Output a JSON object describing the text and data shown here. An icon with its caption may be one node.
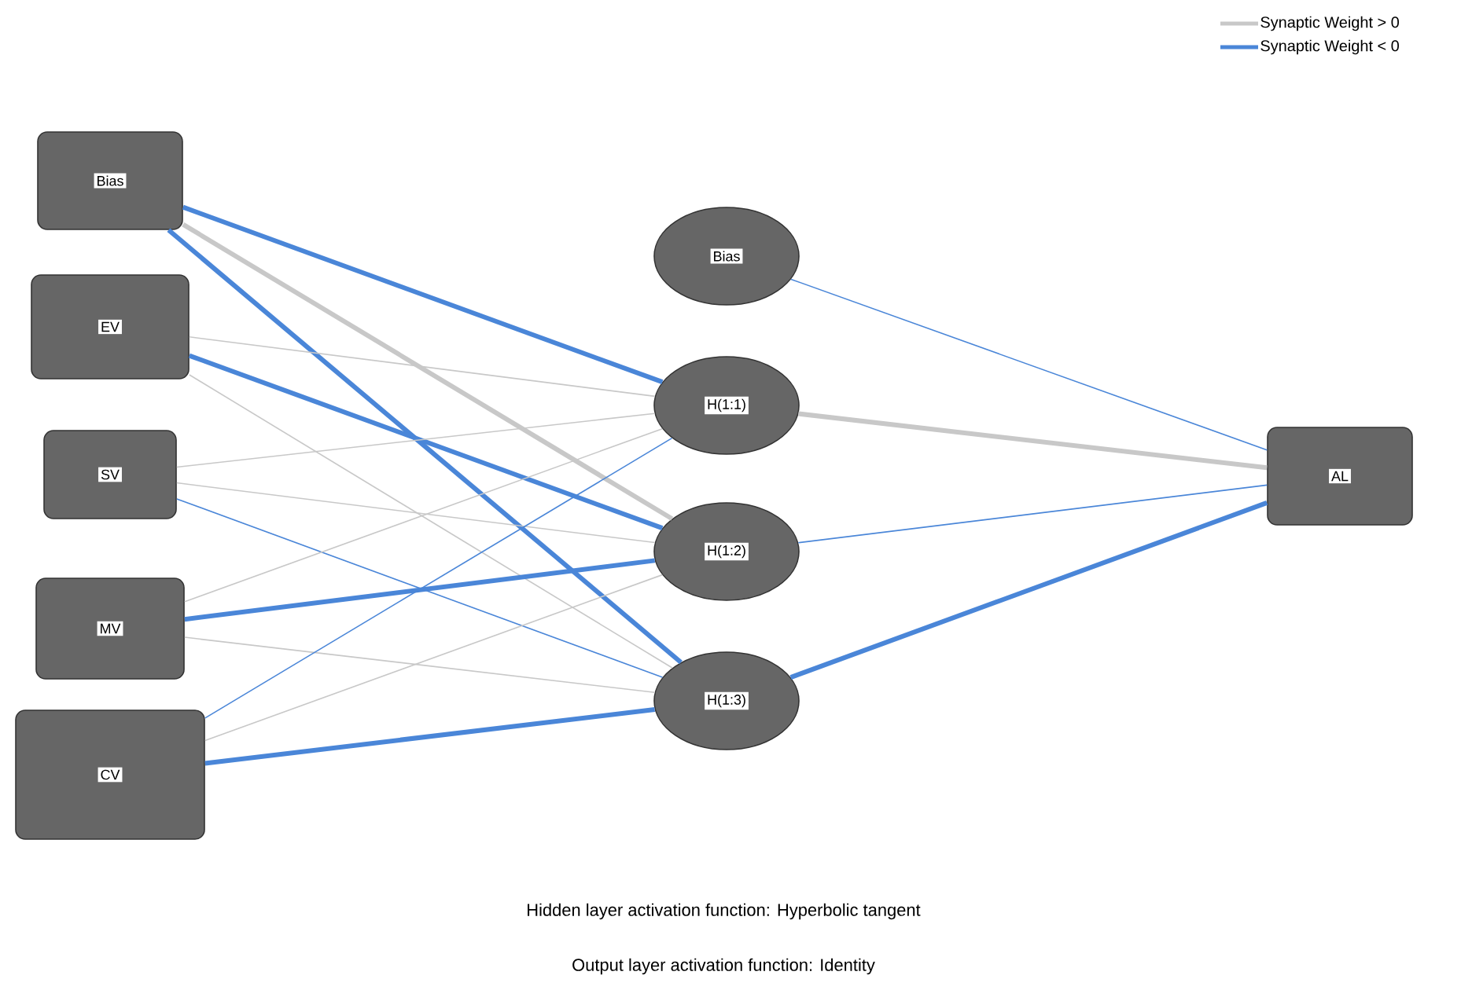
{
  "diagram": {
    "nodes": [
      {
        "text": [
          "Bias"
        ]
      },
      {
        "text": [
          "EV"
        ]
      },
      {
        "text": [
          "SV"
        ]
      },
      {
        "text": [
          "MV"
        ]
      },
      {
        "text": [
          "CV"
        ]
      },
      {
        "text": [
          "Bias"
        ]
      },
      {
        "text": [
          "H(1:1)"
        ]
      },
      {
        "text": [
          "H(1:2)"
        ]
      },
      {
        "text": [
          "H(1:3)"
        ]
      },
      {
        "text": [
          "AL"
        ]
      }
    ],
    "edges": [
      {
        "from": 0,
        "to": 6,
        "arrow": "none",
        "style": "thick"
      },
      {
        "from": 0,
        "to": 7,
        "arrow": "none",
        "style": "thick",
        "color": "#c8c8c8"
      },
      {
        "from": 0,
        "to": 8,
        "arrow": "none",
        "style": "thick"
      },
      {
        "from": 1,
        "to": 6,
        "arrow": "none",
        "color": "#c8c8c8"
      },
      {
        "from": 1,
        "to": 7,
        "arrow": "none",
        "style": "thick"
      },
      {
        "from": 1,
        "to": 8,
        "arrow": "none",
        "color": "#c8c8c8"
      },
      {
        "from": 2,
        "to": 6,
        "arrow": "none",
        "color": "#c8c8c8"
      },
      {
        "from": 2,
        "to": 7,
        "arrow": "none",
        "color": "#c8c8c8"
      },
      {
        "from": 2,
        "to": 8,
        "arrow": "none"
      },
      {
        "from": 3,
        "to": 6,
        "arrow": "none",
        "color": "#c8c8c8"
      },
      {
        "from": 3,
        "to": 7,
        "arrow": "none",
        "style": "thick"
      },
      {
        "from": 3,
        "to": 8,
        "arrow": "none",
        "color": "#c8c8c8"
      },
      {
        "from": 4,
        "to": 6,
        "arrow": "none"
      },
      {
        "from": 4,
        "to": 7,
        "arrow": "none",
        "color": "#c8c8c8"
      },
      {
        "from": 4,
        "to": 8,
        "arrow": "none",
        "style": "thick"
      },
      {
        "from": 5,
        "to": 9,
        "arrow": "none"
      },
      {
        "from": 6,
        "to": 9,
        "arrow": "none",
        "style": "thick",
        "color": "#c8c8c8"
      },
      {
        "from": 7,
        "to": 9,
        "arrow": "none"
      },
      {
        "from": 8,
        "to": 9,
        "arrow": "none",
        "style": "thick"
      }
    ],
    "labels": [
      "Hidden layer activation function: Hyperbolic tangent",
      "Output layer activation function: Identity"
    ],
    "legend": [
      {
        "text": "Synaptic Weight > 0"
      },
      {
        "text": "Synaptic Weight < 0"
      }
    ]
  }
}
